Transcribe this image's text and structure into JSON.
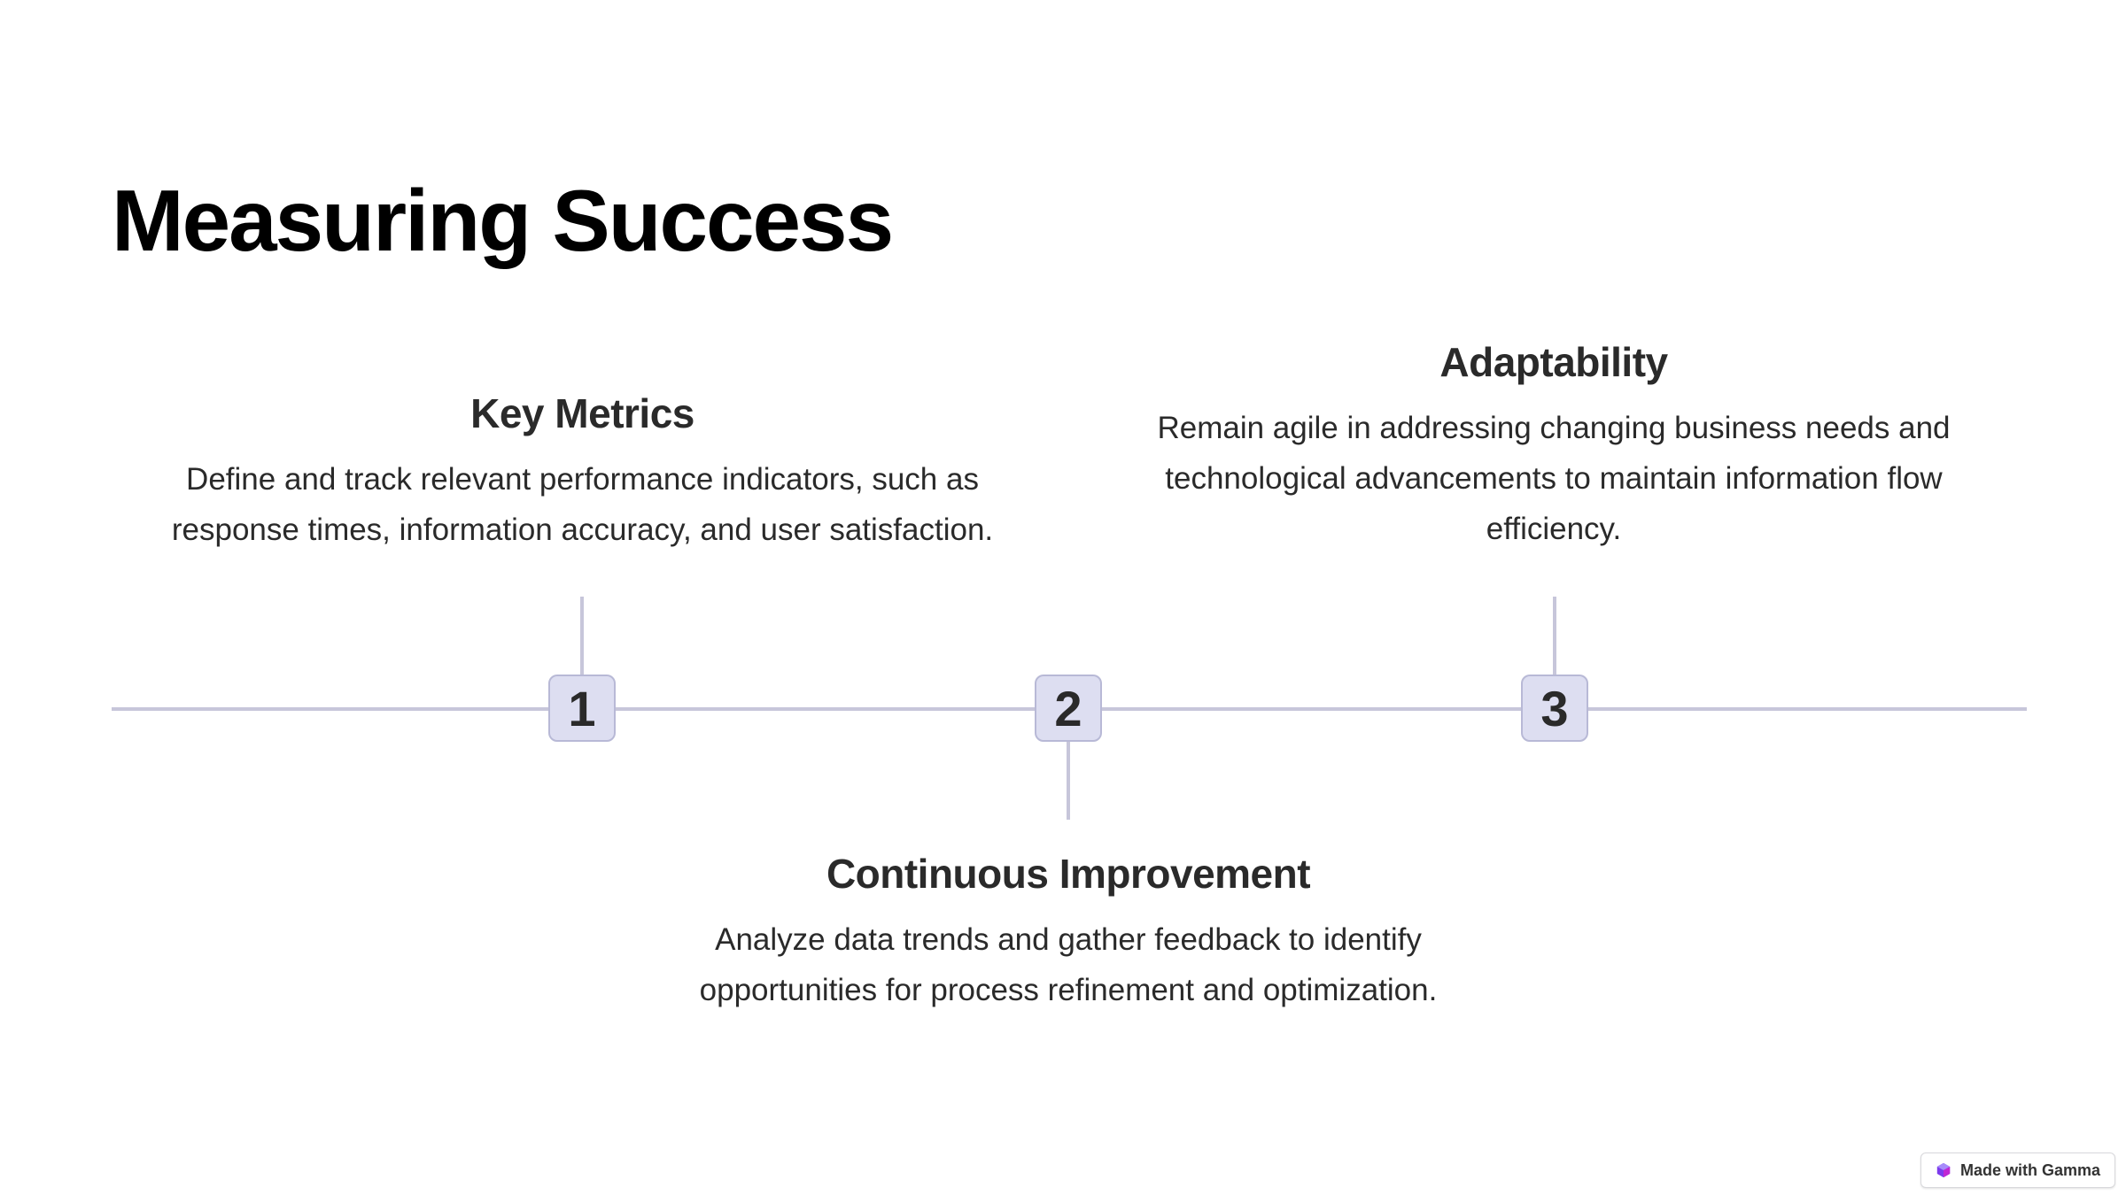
{
  "slide": {
    "title": "Measuring Success"
  },
  "steps": [
    {
      "number": "1",
      "heading": "Key Metrics",
      "description": "Define and track relevant performance indicators, such as response times, information accuracy, and user satisfaction."
    },
    {
      "number": "2",
      "heading": "Continuous Improvement",
      "description": "Analyze data trends and gather feedback to identify opportunities for process refinement and optimization."
    },
    {
      "number": "3",
      "heading": "Adaptability",
      "description": "Remain agile in addressing changing business needs and technological advancements to maintain information flow efficiency."
    }
  ],
  "badge": {
    "label": "Made with Gamma",
    "icon": "gamma-logo-icon",
    "accent_color": "#7c3aed"
  },
  "colors": {
    "line": "#c7c6da",
    "marker_fill": "#dddef1",
    "marker_border": "#b8b9d6",
    "text": "#2a2a2a"
  }
}
